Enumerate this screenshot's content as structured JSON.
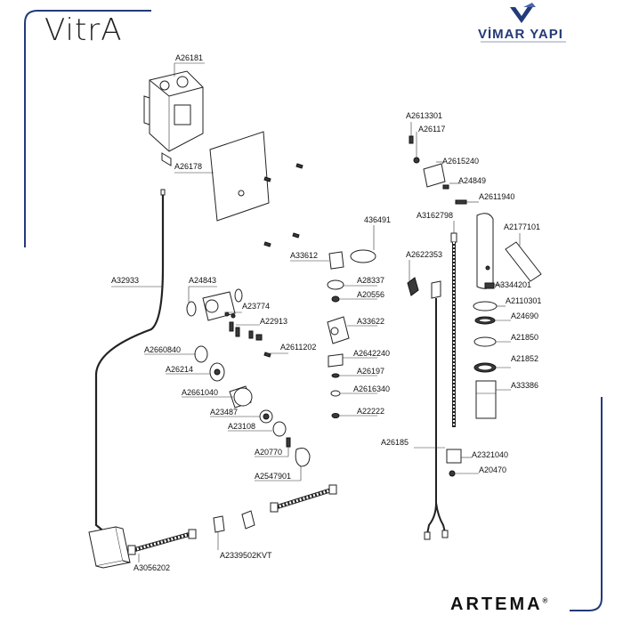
{
  "brands": {
    "top_left": "VitrA",
    "top_right": "VİMAR YAPI",
    "bottom_right": "ARTEMA",
    "bottom_right_mark": "®"
  },
  "icons": {
    "vimar_logo": "v-chevron-logo-icon",
    "corner_frame_top_left": "corner-frame-icon",
    "corner_frame_bottom_right": "corner-frame-icon"
  },
  "colors": {
    "frame_accent": "#233a7a",
    "line": "#222222"
  },
  "parts": {
    "A26181": "A26181",
    "A26178": "A26178",
    "A32933": "A32933",
    "A24843": "A24843",
    "A23774": "A23774",
    "A22913": "A22913",
    "A2611202": "A2611202",
    "A2660840": "A2660840",
    "A26214": "A26214",
    "A2661040": "A2661040",
    "A23487": "A23487",
    "A23108": "A23108",
    "A20770": "A20770",
    "A2547901": "A2547901",
    "A3056202": "A3056202",
    "A2339502KVT": "A2339502KVT",
    "A33612": "A33612",
    "p436491": "436491",
    "A28337": "A28337",
    "A20556": "A20556",
    "A33622": "A33622",
    "A2642240": "A2642240",
    "A26197": "A26197",
    "A2616340": "A2616340",
    "A22222": "A22222",
    "A2613301": "A2613301",
    "A26117": "A26117",
    "A2615240": "A2615240",
    "A24849": "A24849",
    "A2611940": "A2611940",
    "A3162798": "A3162798",
    "A2177101": "A2177101",
    "A2622353": "A2622353",
    "A3344201": "A3344201",
    "A2110301": "A2110301",
    "A24690": "A24690",
    "A21850": "A21850",
    "A21852": "A21852",
    "A33386": "A33386",
    "A26185": "A26185",
    "A2321040": "A2321040",
    "A20470": "A20470"
  }
}
